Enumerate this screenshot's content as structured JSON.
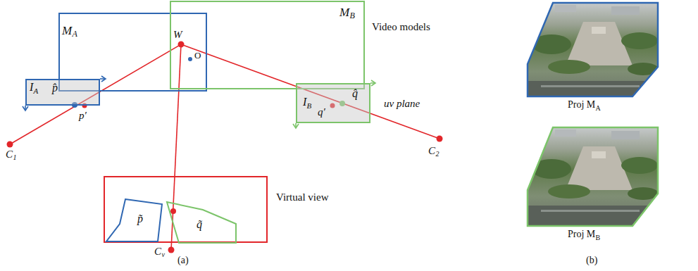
{
  "diagram": {
    "nodes": [
      {
        "text": [
          "M",
          "A"
        ]
      },
      {
        "text": [
          "M",
          "B"
        ]
      },
      {
        "text": [
          "I",
          "A"
        ]
      },
      {
        "text": [
          "I",
          "B"
        ]
      },
      {
        "text": [
          "Virtual view"
        ]
      },
      {
        "text": [
          "p̃"
        ],
        "in": 4
      },
      {
        "text": [
          "q̃"
        ],
        "in": 4
      },
      {
        "text": [
          "Proj M",
          "A"
        ]
      },
      {
        "text": [
          "Proj M",
          "B"
        ]
      }
    ],
    "labels": [
      "Video models",
      "W",
      "O",
      "p̂",
      "p′",
      "C",
      "1",
      "q′",
      "q̂",
      "uv plane",
      "C",
      "2",
      "C",
      "v",
      "(a)",
      "(b)"
    ]
  }
}
